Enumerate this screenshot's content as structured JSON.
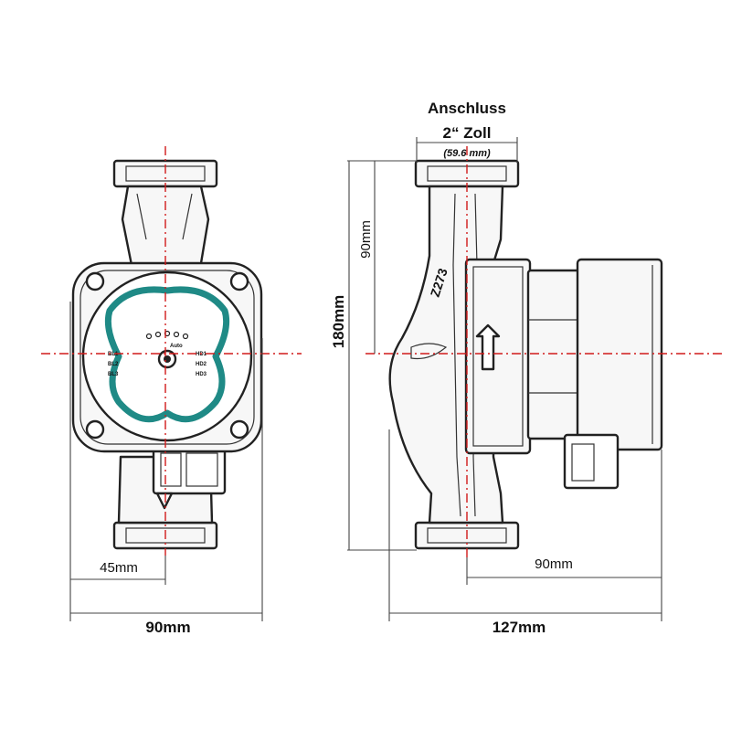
{
  "labels": {
    "connection_title": "Anschluss",
    "connection_size": "2“ Zoll",
    "connection_mm": "(59.6 mm)",
    "height_total": "180mm",
    "height_axis": "90mm",
    "width_front": "90mm",
    "half_width_front": "45mm",
    "depth_side": "127mm",
    "depth_axis": "90mm",
    "side_marking": "Z273",
    "auto_label": "Auto",
    "modes": [
      "BL1",
      "BL2",
      "BL3",
      "HD1",
      "HD2",
      "HD3"
    ]
  },
  "colors": {
    "centerline": "#d11a1a",
    "accent": "#1f8a86",
    "outline": "#222222"
  }
}
